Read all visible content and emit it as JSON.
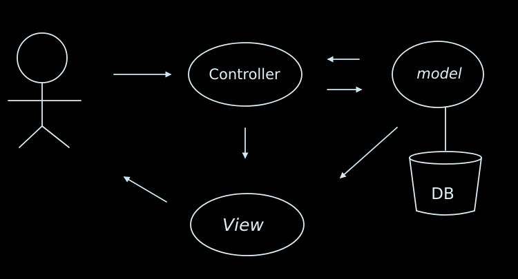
{
  "colors": {
    "background": "#000000",
    "stroke": "#dfeef4",
    "arrow": "#cfe8f3"
  },
  "nodes": {
    "controller": "Controller",
    "model": "model",
    "view": "View",
    "db": "DB"
  },
  "icons": {
    "user": "stick-figure-icon",
    "database": "database-cylinder-icon"
  }
}
